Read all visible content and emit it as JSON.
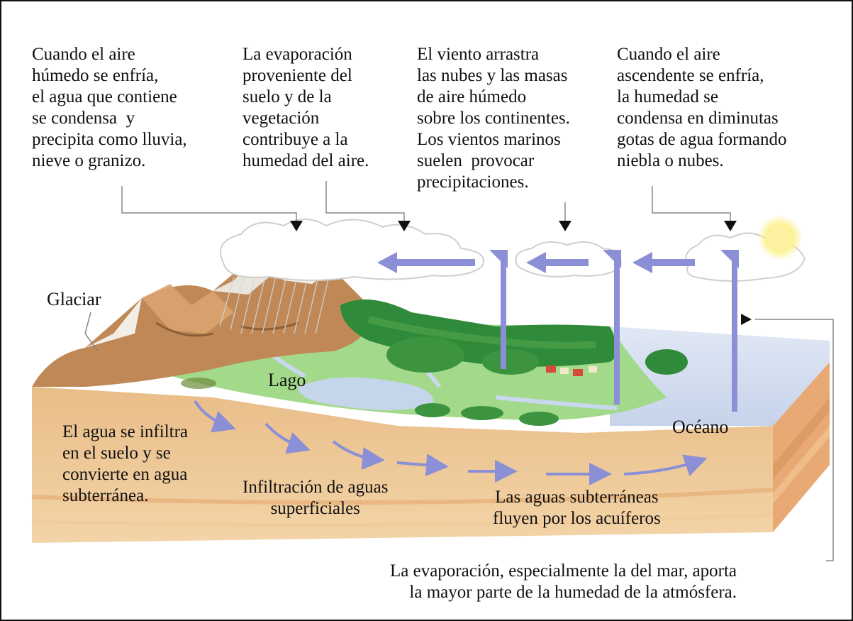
{
  "captions": {
    "condensation_precipitation": "Cuando el aire\nhúmedo se enfría,\nel agua que contiene\nse condensa  y\nprecipita como lluvia,\nnieve o granizo.",
    "evapotranspiration": "La evaporación\nproveniente del\nsuelo y de la\nvegetación\ncontribuye a la\nhumedad del aire.",
    "wind_transport": "El viento arrastra\nlas nubes y las masas\nde aire húmedo\nsobre los continentes.\nLos vientos marinos\nsuelen  provocar\nprecipitaciones.",
    "cloud_formation": "Cuando el aire\nascendente se enfría,\nla humedad se\ncondensa en diminutas\ngotas de agua formando\nniebla o nubes.",
    "infiltration": "El agua se infiltra\nen el suelo y se\nconvierte en agua\nsubterránea.",
    "surface_infiltration": "Infiltración de aguas\nsuperficiales",
    "groundwater_flow": "Las aguas subterráneas\nfluyen por los acuíferos",
    "ocean_evaporation": "La evaporación, especialmente la del mar, aporta\nla mayor parte de la humedad de la atmósfera."
  },
  "labels": {
    "glacier": "Glaciar",
    "lake": "Lago",
    "ocean": "Océano"
  },
  "colors": {
    "arrow": "#8a8fd6",
    "soil": "#e0b07a",
    "grass": "#9ed483",
    "forest": "#2f8a3a",
    "water": "#c3d3ea",
    "mountain": "#b07a4a",
    "sun": "#f5e23a"
  }
}
